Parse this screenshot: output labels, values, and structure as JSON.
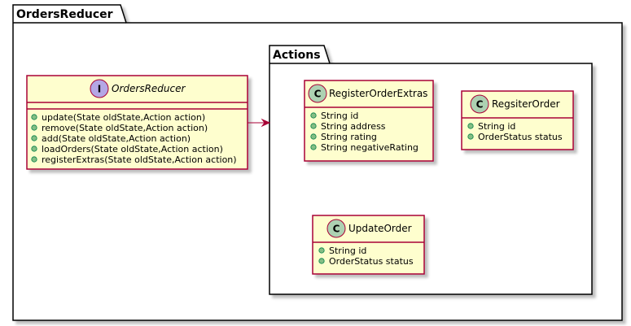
{
  "outer_package": {
    "name": "OrdersReducer"
  },
  "inner_package": {
    "name": "Actions"
  },
  "interface": {
    "stereotype": "I",
    "name": "OrdersReducer",
    "methods": [
      "update(State oldState,Action action)",
      "remove(State oldState,Action action)",
      "add(State oldState,Action action)",
      "loadOrders(State oldState,Action action)",
      "registerExtras(State oldState,Action action)"
    ]
  },
  "classes": [
    {
      "stereotype": "C",
      "name": "RegisterOrderExtras",
      "fields": [
        "String id",
        "String address",
        "String rating",
        "String negativeRating"
      ]
    },
    {
      "stereotype": "C",
      "name": "RegsiterOrder",
      "fields": [
        "String id",
        "OrderStatus status"
      ]
    },
    {
      "stereotype": "C",
      "name": "UpdateOrder",
      "fields": [
        "String id",
        "OrderStatus status"
      ]
    }
  ],
  "colors": {
    "class_fill": "#FEFECE",
    "border": "#A80036",
    "interface_badge": "#B4A7E5",
    "class_badge": "#ADD1B2",
    "field_visibility": "#84BE84",
    "shadow": "#C8C8C8"
  }
}
